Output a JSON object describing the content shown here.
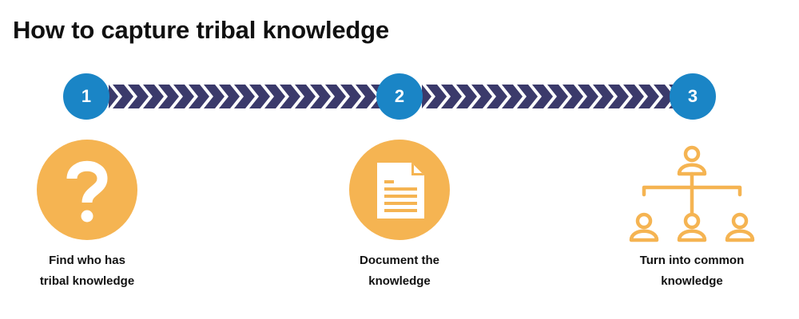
{
  "title": "How to capture tribal knowledge",
  "colors": {
    "step_circle": "#1a85c6",
    "arrow_band": "#3b3a6b",
    "icon_orange": "#f5b452"
  },
  "steps": [
    {
      "number": "1",
      "icon": "question-mark-icon",
      "caption_line1": "Find who has",
      "caption_line2": "tribal knowledge"
    },
    {
      "number": "2",
      "icon": "document-icon",
      "caption_line1": "Document the",
      "caption_line2": "knowledge"
    },
    {
      "number": "3",
      "icon": "org-chart-icon",
      "caption_line1": "Turn into common",
      "caption_line2": "knowledge"
    }
  ]
}
